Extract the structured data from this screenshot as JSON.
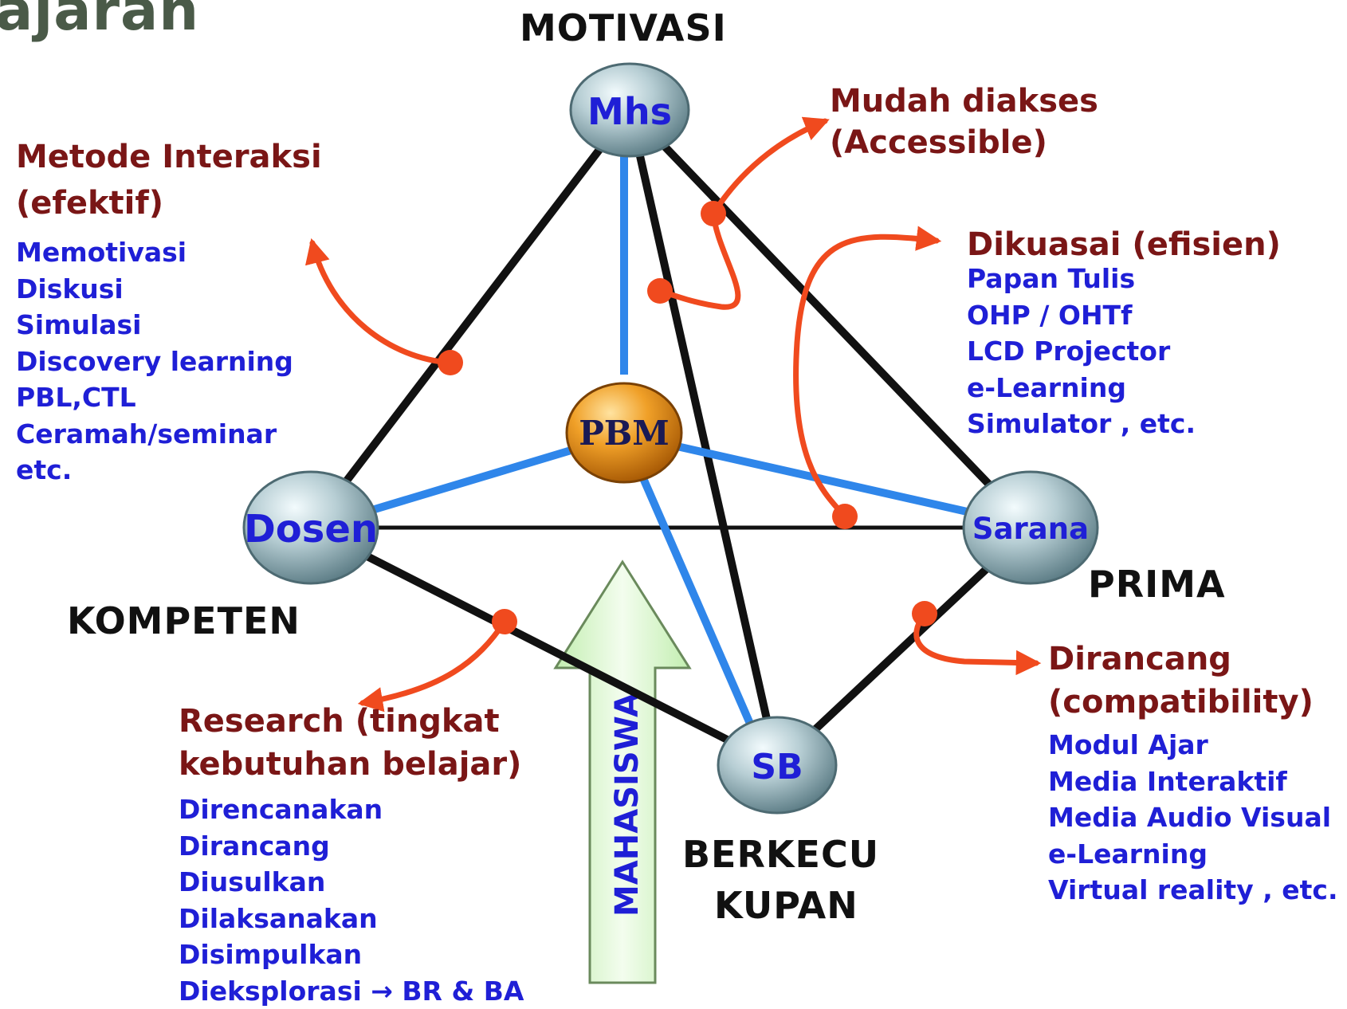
{
  "title_fragment": "ajaran",
  "colors": {
    "edge_black": "#111111",
    "edge_blue": "#2f86ea",
    "arrow_red": "#f04a1e",
    "node_fill": "#a9c3c9",
    "pbm_fill": "#e38c12",
    "head_text": "#7a1616",
    "item_text": "#1f1fd6",
    "mahasiswa_arrow": "#d6f5c6"
  },
  "nodes": {
    "mhs": "Mhs",
    "dosen": "Dosen",
    "sarana": "Sarana",
    "sb": "SB",
    "pbm": "PBM"
  },
  "qualities": {
    "motivasi": "MOTIVASI",
    "kompeten": "KOMPETEN",
    "prima": "PRIMA",
    "berkecukupan_line1": "BERKECU",
    "berkecukupan_line2": "KUPAN"
  },
  "arrow_label": "MAHASISWA",
  "metode": {
    "heading_line1": "Metode Interaksi",
    "heading_line2": "(efektif)",
    "items": [
      "Memotivasi",
      "Diskusi",
      "Simulasi",
      "Discovery learning",
      "PBL,CTL",
      "Ceramah/seminar",
      "etc."
    ]
  },
  "mudah": {
    "heading_line1": "Mudah diakses",
    "heading_line2": "(Accessible)"
  },
  "dikuasai": {
    "heading": "Dikuasai (efisien)",
    "items": [
      "Papan Tulis",
      "OHP / OHTf",
      "LCD Projector",
      "e-Learning",
      "Simulator , etc."
    ]
  },
  "research": {
    "heading_line1": "Research (tingkat",
    "heading_line2": "kebutuhan belajar)",
    "items": [
      "Direncanakan",
      "Dirancang",
      "Diusulkan",
      "Dilaksanakan",
      "Disimpulkan",
      "Dieksplorasi → BR & BA"
    ]
  },
  "dirancang": {
    "heading_line1": "Dirancang",
    "heading_line2": "(compatibility)",
    "items": [
      "Modul Ajar",
      "Media Interaktif",
      "Media Audio Visual",
      "e-Learning",
      "Virtual reality , etc."
    ]
  }
}
